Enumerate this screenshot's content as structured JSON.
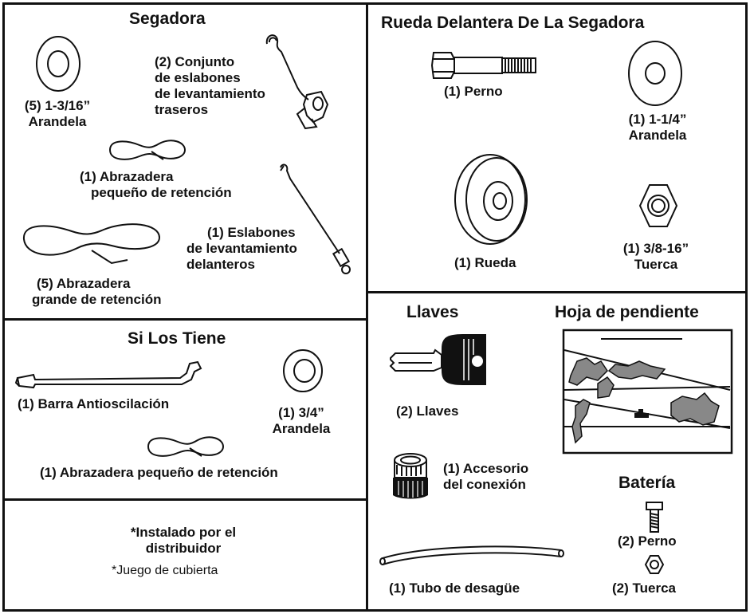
{
  "segadora": {
    "title": "Segadora",
    "washer": [
      "(5) 1-3/16”",
      "Arandela"
    ],
    "rear_links": [
      "(2) Conjunto",
      "de eslabones",
      "de levantamiento",
      "traseros"
    ],
    "small_clip": [
      "(1) Abrazadera",
      "pequeño de retención"
    ],
    "front_links": [
      "(1) Eslabones",
      "de levantamiento",
      "delanteros"
    ],
    "large_clip": [
      "(5) Abrazadera",
      "grande de retención"
    ]
  },
  "rueda": {
    "title": "Rueda Delantera De La Segadora",
    "bolt": "(1) Perno",
    "washer": [
      "(1) 1-1/4”",
      "Arandela"
    ],
    "wheel": "(1) Rueda",
    "nut": [
      "(1) 3/8-16”",
      "Tuerca"
    ]
  },
  "si_los_tiene": {
    "title": "Si Los Tiene",
    "bar": "(1) Barra Antioscilación",
    "washer": [
      "(1) 3/4”",
      "Arandela"
    ],
    "clip": "(1) Abrazadera pequeño de retención"
  },
  "distribuidor": {
    "installed": [
      "*Instalado por el",
      "distribuidor"
    ],
    "kit": "*Juego de cubierta"
  },
  "llaves": {
    "title": "Llaves",
    "keys": "(2) Llaves"
  },
  "hoja": {
    "title": "Hoja de pendiente"
  },
  "accesorio": [
    "(1) Accesorio",
    "del conexión"
  ],
  "tubo": "(1) Tubo de desagüe",
  "bateria": {
    "title": "Batería",
    "bolt": "(2) Perno",
    "nut": "(2) Tuerca"
  }
}
